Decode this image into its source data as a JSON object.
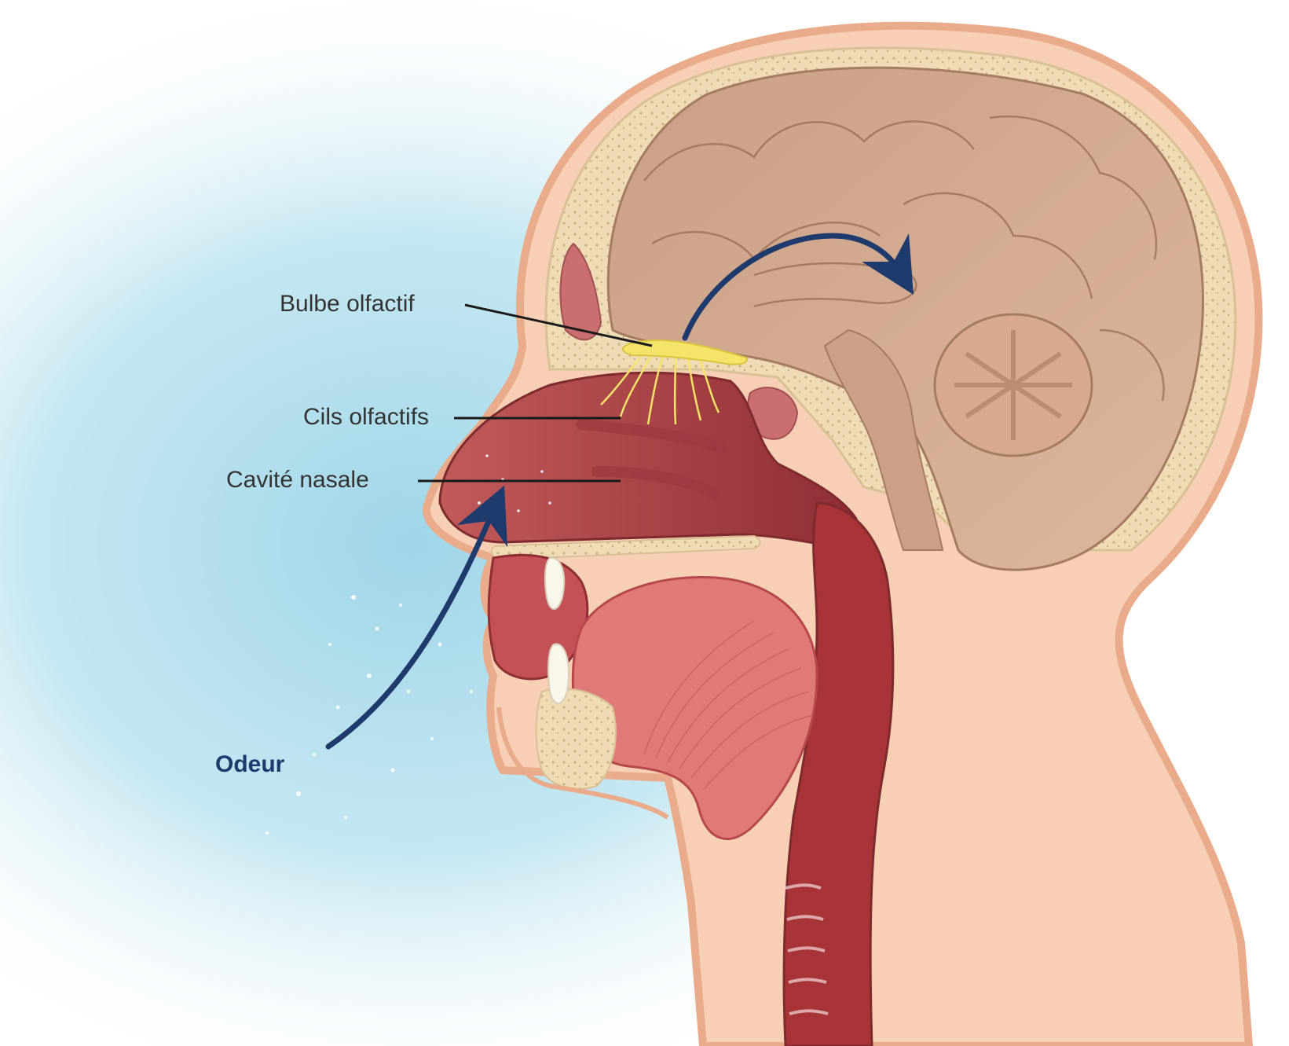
{
  "labels": {
    "bulbe": "Bulbe olfactif",
    "cils": "Cils olfactifs",
    "cavite": "Cavité nasale",
    "odeur": "Odeur"
  },
  "colors": {
    "background_glow": "#a9dcea",
    "skin": "#f6cfb5",
    "skin_outline": "#e9ab8a",
    "bone": "#efdcb4",
    "brain": "#caa186",
    "nasal_tissue": "#b6474a",
    "tongue": "#e07a78",
    "olfactory": "#f4e46a",
    "arrow": "#1f3a6d",
    "label_text": "#333333",
    "leader_line": "#1a1a1a"
  }
}
